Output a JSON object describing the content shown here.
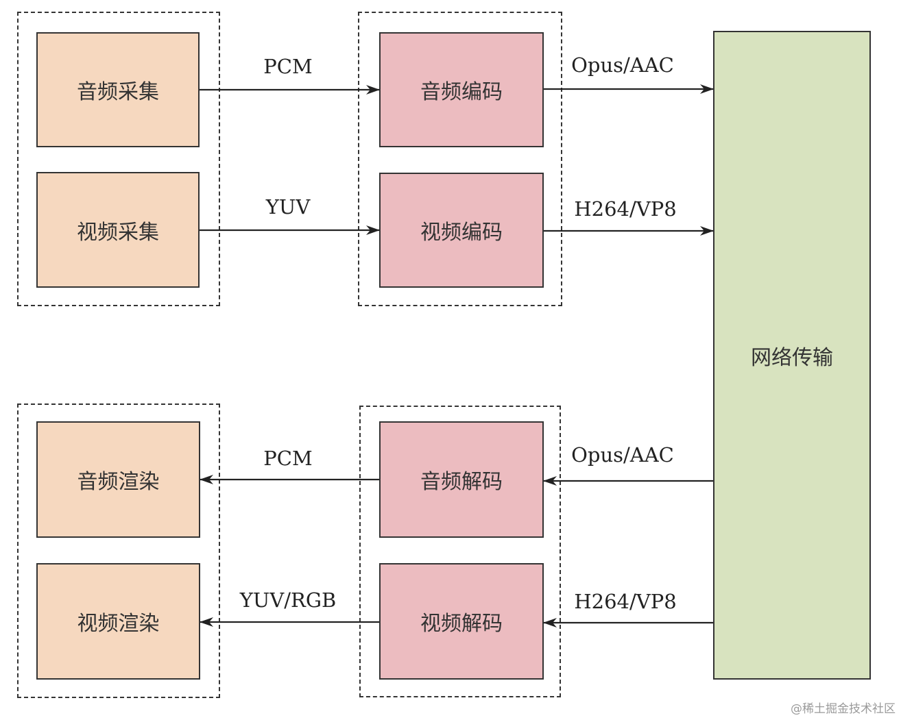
{
  "colors": {
    "capture_fill": "#f6d8bf",
    "codec_fill": "#ecbcc0",
    "network_fill": "#d8e3bf",
    "line": "#333333"
  },
  "blocks": {
    "audio_capture": "音频采集",
    "video_capture": "视频采集",
    "audio_encode": "音频编码",
    "video_encode": "视频编码",
    "network": "网络传输",
    "audio_render": "音频渲染",
    "video_render": "视频渲染",
    "audio_decode": "音频解码",
    "video_decode": "视频解码"
  },
  "edges": {
    "capture_audio": "PCM",
    "capture_video": "YUV",
    "encode_audio": "Opus/AAC",
    "encode_video": "H264/VP8",
    "decode_audio_in": "Opus/AAC",
    "decode_video_in": "H264/VP8",
    "render_audio": "PCM",
    "render_video": "YUV/RGB"
  },
  "watermark": "@稀土掘金技术社区"
}
